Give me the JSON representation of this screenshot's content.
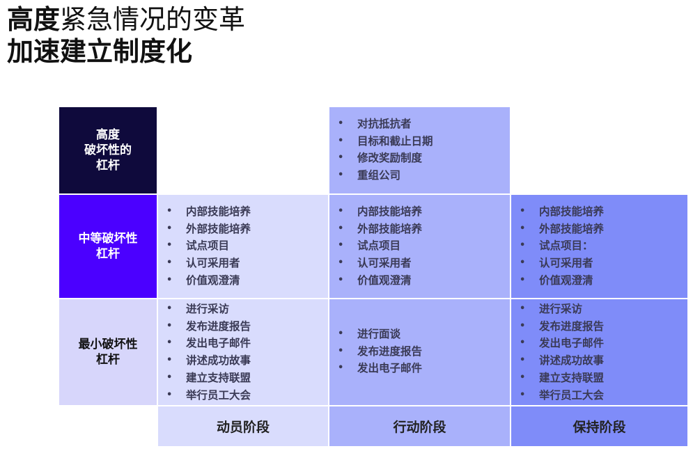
{
  "title": {
    "line1_bold": "高度",
    "line1_rest": "紧急情况的变革",
    "line2": "加速建立制度化"
  },
  "rows": [
    {
      "label": "高度\n破坏性的\n杠杆"
    },
    {
      "label": "中等破坏性\n杠杆"
    },
    {
      "label": "最小破坏性\n杠杆"
    }
  ],
  "phases": [
    "动员阶段",
    "行动阶段",
    "保持阶段"
  ],
  "cells": {
    "high_action": [
      "对抗抵抗者",
      "目标和截止日期",
      "修改奖励制度",
      "重组公司"
    ],
    "mid_mobilize": [
      "内部技能培养",
      "外部技能培养",
      "试点项目",
      "认可采用者",
      "价值观澄清"
    ],
    "mid_action": [
      "内部技能培养",
      "外部技能培养",
      "试点项目",
      "认可采用者",
      "价值观澄清"
    ],
    "mid_sustain": [
      "内部技能培养",
      "外部技能培养",
      "试点项目：",
      "认可采用者",
      "价值观澄清"
    ],
    "min_mobilize": [
      "进行采访",
      "发布进度报告",
      "发出电子邮件",
      "讲述成功故事",
      "建立支持联盟",
      "举行员工大会"
    ],
    "min_action": [
      "进行面谈",
      "发布进度报告",
      "发出电子邮件"
    ],
    "min_sustain": [
      "进行采访",
      "发布进度报告",
      "发出电子邮件",
      "讲述成功故事",
      "建立支持联盟",
      "举行员工大会"
    ]
  },
  "colors": {
    "row_high": "#0f0a3c",
    "row_mid": "#4b00ff",
    "row_min": "#d7d6fb",
    "col_mobilize": "#d9dcfd",
    "col_action": "#a9b1fb",
    "col_sustain": "#7f8cf9"
  }
}
